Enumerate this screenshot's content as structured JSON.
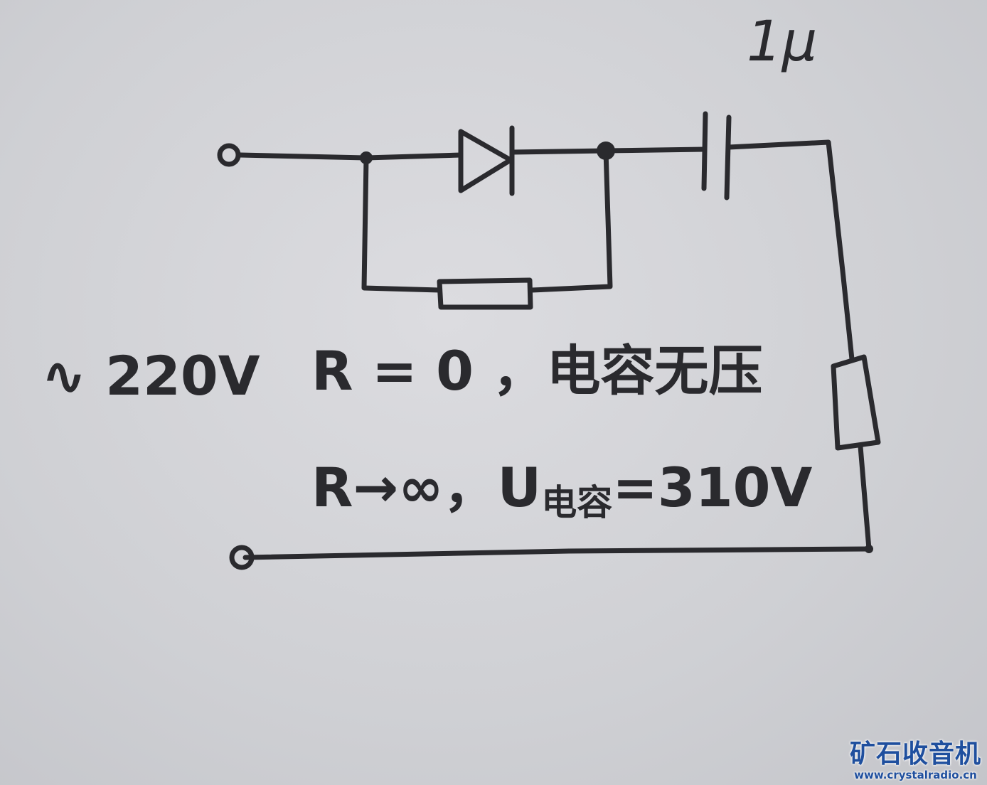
{
  "labels": {
    "capacitor_value": "1μ",
    "source": "∿ 220V",
    "condition_zero": "R = 0 ，电容无压",
    "condition_inf_prefix": "R→∞，U",
    "condition_inf_sub": "电容",
    "condition_inf_suffix": "=310V"
  },
  "watermark": {
    "title": "矿石收音机",
    "url": "www.crystalradio.cn"
  },
  "colors": {
    "ink": "#2a2a2e",
    "paper": "#d4d5d9",
    "watermark": "#1f4f9e"
  }
}
